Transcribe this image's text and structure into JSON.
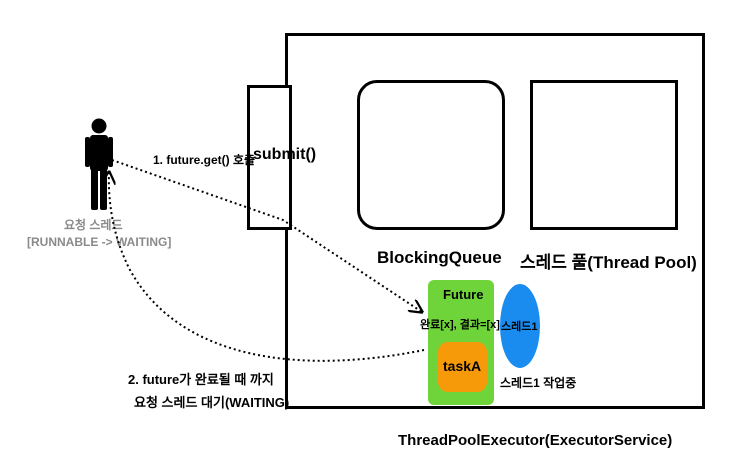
{
  "person": {
    "icon": "person-icon",
    "label_line1": "요청 스레드",
    "label_line2": "[RUNNABLE -> WAITING]"
  },
  "executor": {
    "label": "ThreadPoolExecutor(ExecutorService)"
  },
  "submit": {
    "label": "submit()"
  },
  "blocking_queue": {
    "label": "BlockingQueue"
  },
  "thread_pool": {
    "label": "스레드 풀(Thread Pool)"
  },
  "future": {
    "title": "Future",
    "status": "완료[x], 결과=[x]",
    "task_label": "taskA",
    "colors": {
      "future": "#6fd43a",
      "task": "#f79a09"
    }
  },
  "thread1": {
    "label": "스레드1",
    "status": "스레드1 작업중",
    "color": "#1a8cf0"
  },
  "arrows": {
    "call_label": "1. future.get() 호출",
    "wait_line1": "2. future가 완료될 때 까지",
    "wait_line2": "요청 스레드 대기(WAITING)"
  }
}
